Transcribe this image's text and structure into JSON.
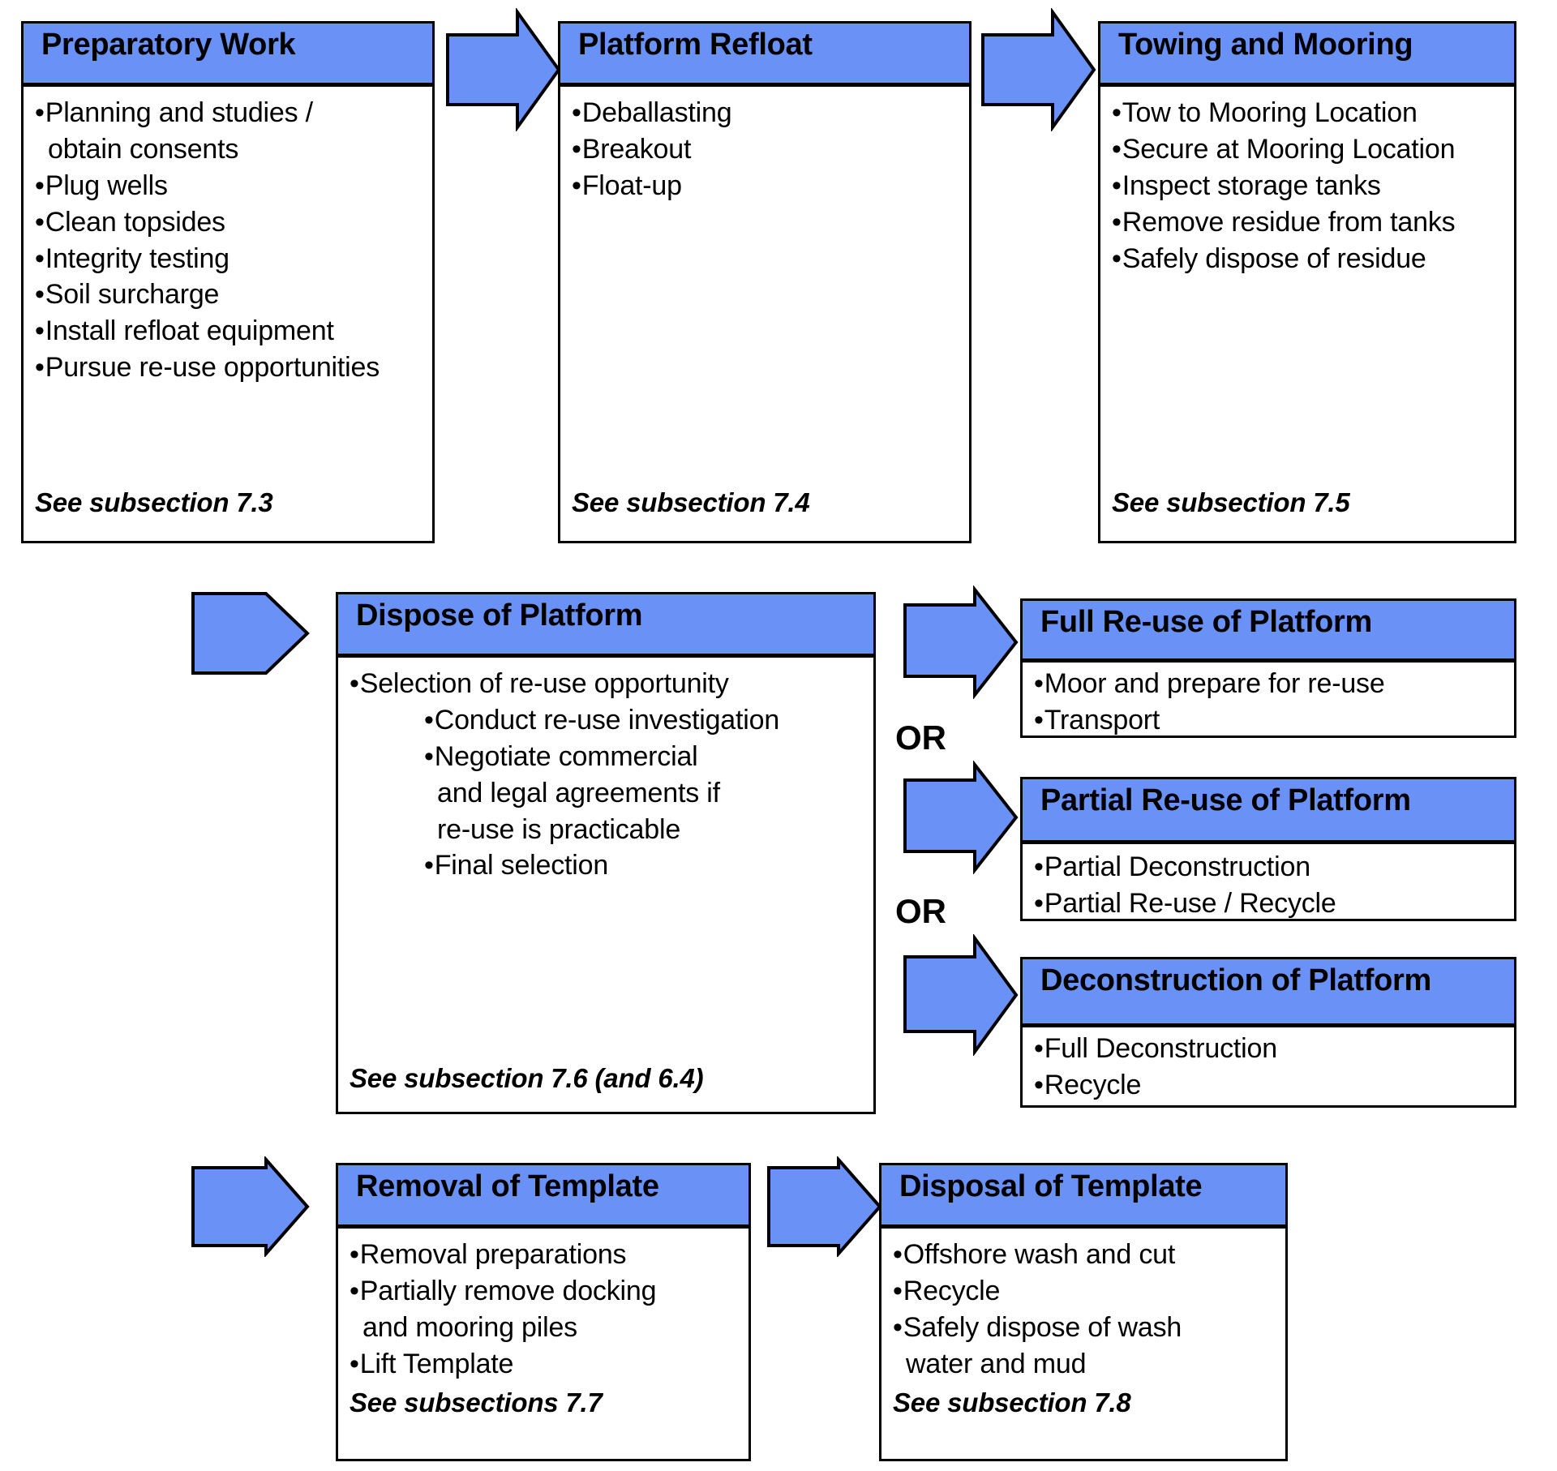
{
  "diagram": {
    "title": "Platform decommissioning process flowchart",
    "colors": {
      "header_blue": "#6a91f5",
      "arrow_blue": "#6a91f5",
      "outline": "#000000",
      "background": "#ffffff"
    },
    "or_labels": [
      "OR",
      "OR"
    ],
    "bullet_glyph": "•"
  },
  "boxes": {
    "preparatory_work": {
      "title": "Preparatory Work",
      "bullets": [
        {
          "level": 0,
          "text": "Planning and studies /"
        },
        {
          "level": 0,
          "cont": true,
          "text": "obtain consents"
        },
        {
          "level": 0,
          "text": "Plug wells"
        },
        {
          "level": 0,
          "text": "Clean topsides"
        },
        {
          "level": 0,
          "text": "Integrity testing"
        },
        {
          "level": 0,
          "text": "Soil surcharge"
        },
        {
          "level": 0,
          "text": "Install refloat equipment"
        },
        {
          "level": 0,
          "text": "Pursue re-use opportunities"
        }
      ],
      "footer": "See subsection 7.3"
    },
    "platform_refloat": {
      "title": "Platform Refloat",
      "bullets": [
        {
          "level": 0,
          "text": "Deballasting"
        },
        {
          "level": 0,
          "text": "Breakout"
        },
        {
          "level": 0,
          "text": "Float-up"
        }
      ],
      "footer": "See subsection 7.4"
    },
    "towing_and_mooring": {
      "title": "Towing and Mooring",
      "bullets": [
        {
          "level": 0,
          "text": "Tow to Mooring Location"
        },
        {
          "level": 0,
          "text": "Secure at Mooring Location"
        },
        {
          "level": 0,
          "text": "Inspect storage tanks"
        },
        {
          "level": 0,
          "text": "Remove residue from tanks"
        },
        {
          "level": 0,
          "text": "Safely dispose of residue"
        }
      ],
      "footer": "See subsection 7.5"
    },
    "dispose_of_platform": {
      "title": "Dispose of Platform",
      "bullets": [
        {
          "level": 0,
          "text": "Selection of re-use opportunity"
        },
        {
          "level": 1,
          "text": "Conduct re-use investigation"
        },
        {
          "level": 1,
          "text": "Negotiate commercial"
        },
        {
          "level": 1,
          "cont": true,
          "text": "and legal agreements if"
        },
        {
          "level": 1,
          "cont": true,
          "text": "re-use is practicable"
        },
        {
          "level": 1,
          "text": "Final selection"
        }
      ],
      "footer": "See subsection 7.6 (and 6.4)"
    },
    "full_reuse_of_platform": {
      "title": "Full Re-use of Platform",
      "bullets": [
        {
          "level": 0,
          "text": "Moor and prepare for re-use"
        },
        {
          "level": 0,
          "text": "Transport"
        }
      ],
      "footer": ""
    },
    "partial_reuse_of_platform": {
      "title": "Partial Re-use of Platform",
      "bullets": [
        {
          "level": 0,
          "text": "Partial Deconstruction"
        },
        {
          "level": 0,
          "text": "Partial Re-use / Recycle"
        }
      ],
      "footer": ""
    },
    "deconstruction_of_platform": {
      "title": "Deconstruction of Platform",
      "bullets": [
        {
          "level": 0,
          "text": "Full Deconstruction"
        },
        {
          "level": 0,
          "text": "Recycle"
        }
      ],
      "footer": ""
    },
    "removal_of_template": {
      "title": "Removal of Template",
      "bullets": [
        {
          "level": 0,
          "text": "Removal preparations"
        },
        {
          "level": 0,
          "text": "Partially remove docking"
        },
        {
          "level": 0,
          "cont": true,
          "text": "and mooring piles"
        },
        {
          "level": 0,
          "text": "Lift Template"
        }
      ],
      "footer": "See subsections 7.7"
    },
    "disposal_of_template": {
      "title": "Disposal of Template",
      "bullets": [
        {
          "level": 0,
          "text": "Offshore wash and cut"
        },
        {
          "level": 0,
          "text": "Recycle"
        },
        {
          "level": 0,
          "text": "Safely dispose of wash"
        },
        {
          "level": 0,
          "cont": true,
          "text": "water and mud"
        }
      ],
      "footer": "See subsection 7.8"
    }
  }
}
